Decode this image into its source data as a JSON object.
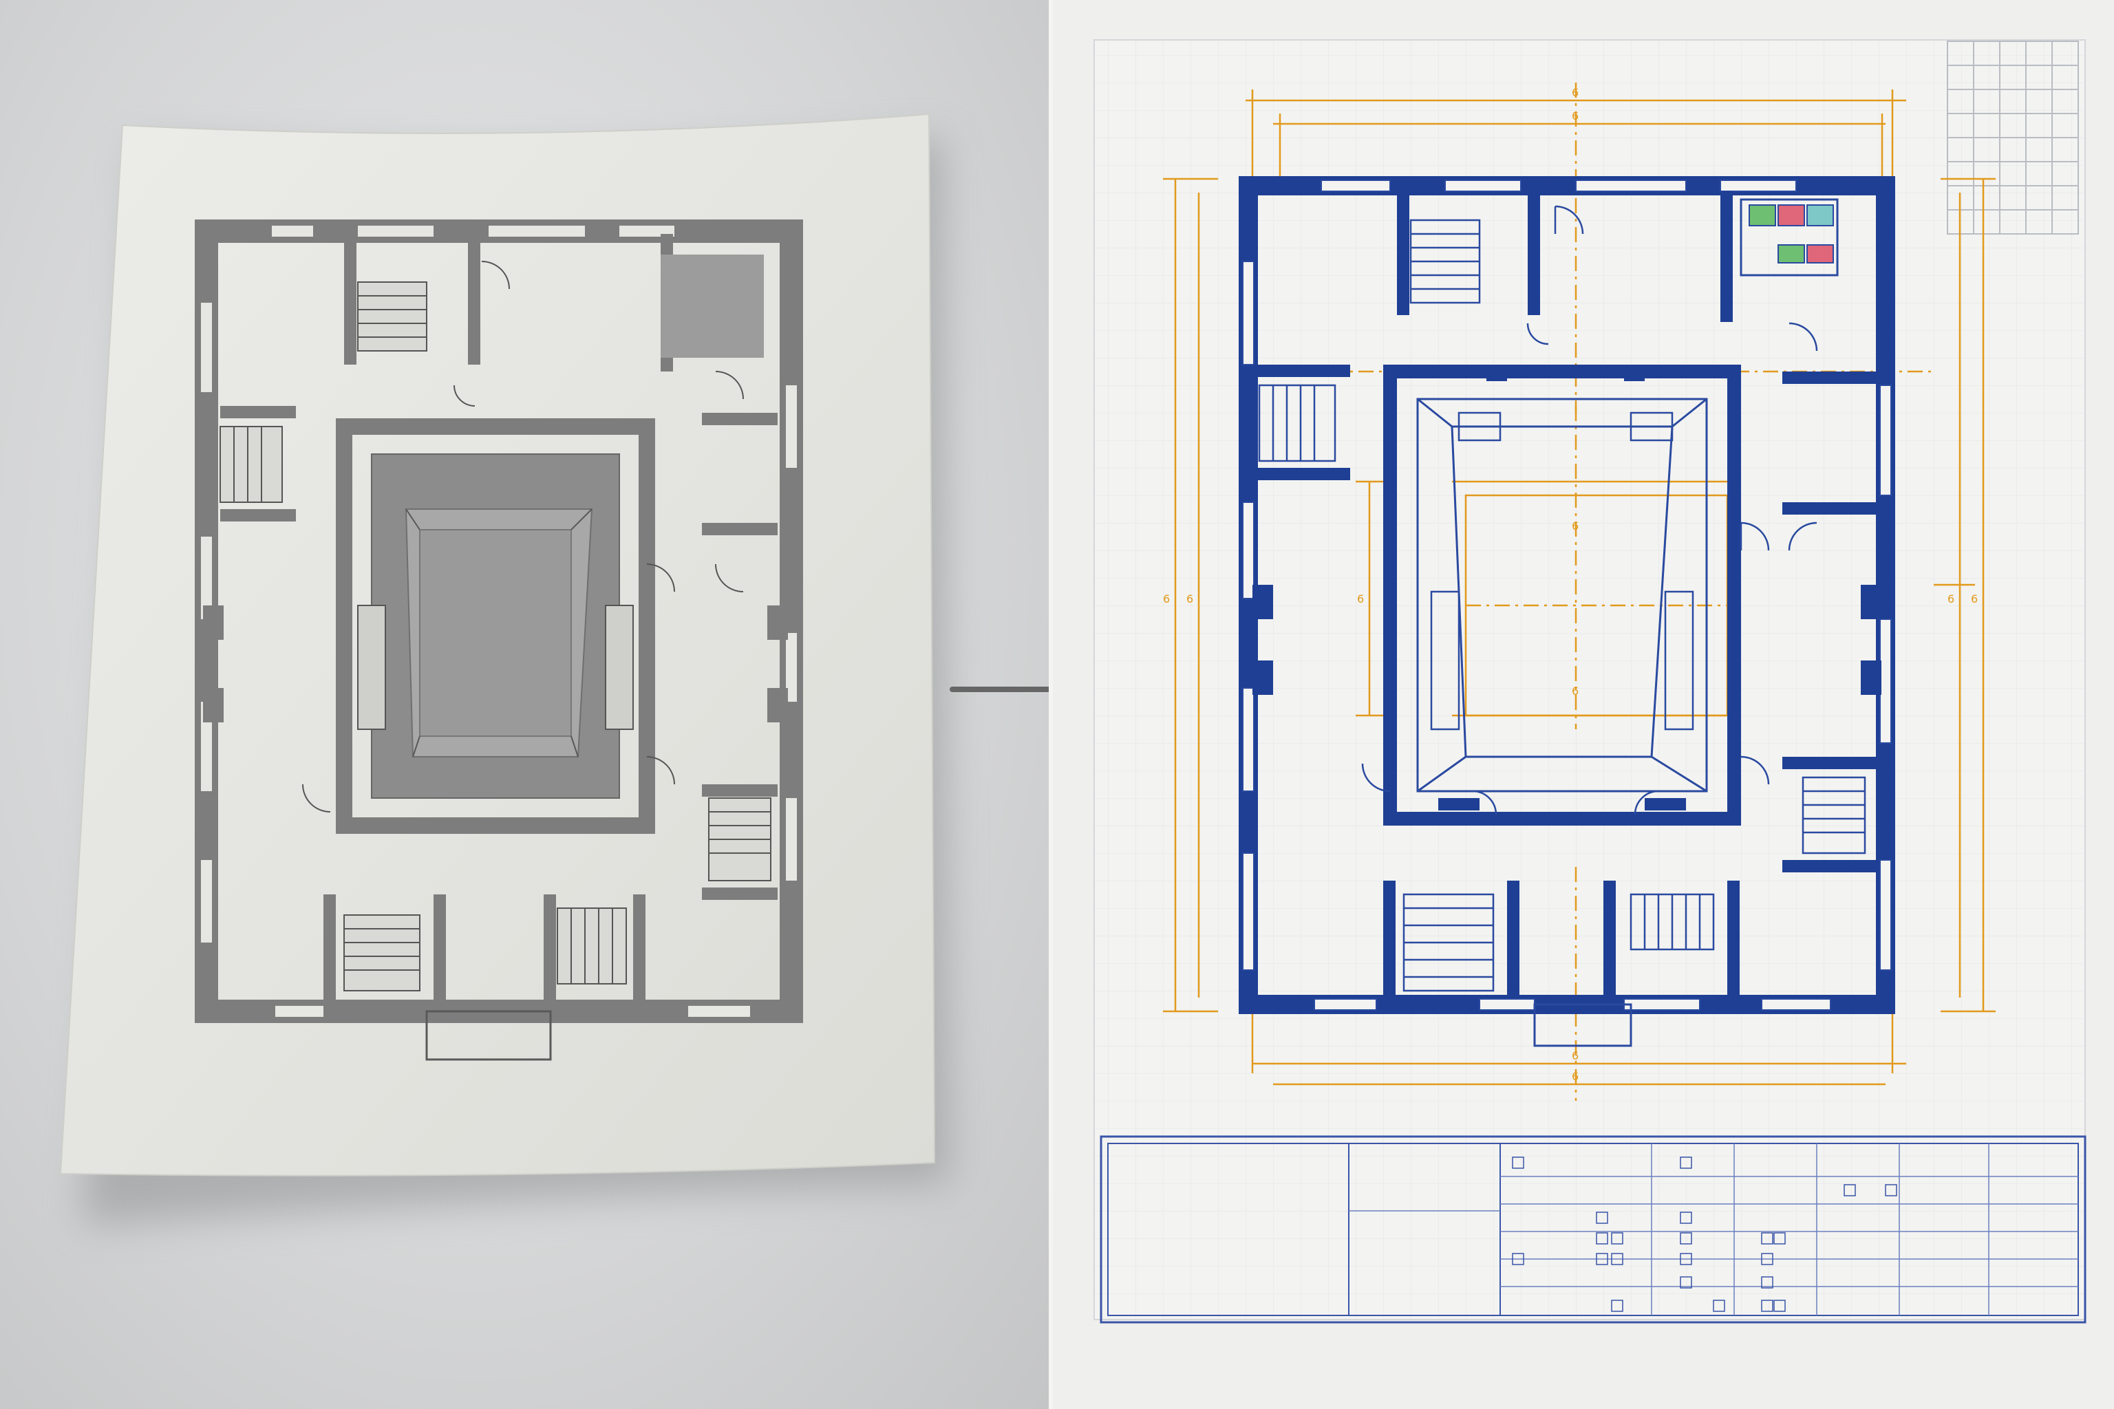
{
  "colors": {
    "left_wall": "#7d7d7d",
    "left_line": "#595959",
    "paper": "#e9e9e6",
    "blueprint_wall": "#1e3f94",
    "blueprint_line": "#2a4aa0",
    "dimension": "#e29a1c",
    "arrow": "#666666",
    "grid": "#d8dbe0"
  },
  "icons": {
    "arrow": "right-arrow-icon"
  },
  "dimension_labels": {
    "top_outer": "6",
    "top_inner": "6",
    "bottom_outer": "6",
    "bottom_inner": "6",
    "left_outer": "6",
    "left_inner": "6",
    "court_top": "6",
    "court_left": "6",
    "court_bottom": "6",
    "right_inner": "6",
    "right_outer": "6"
  }
}
